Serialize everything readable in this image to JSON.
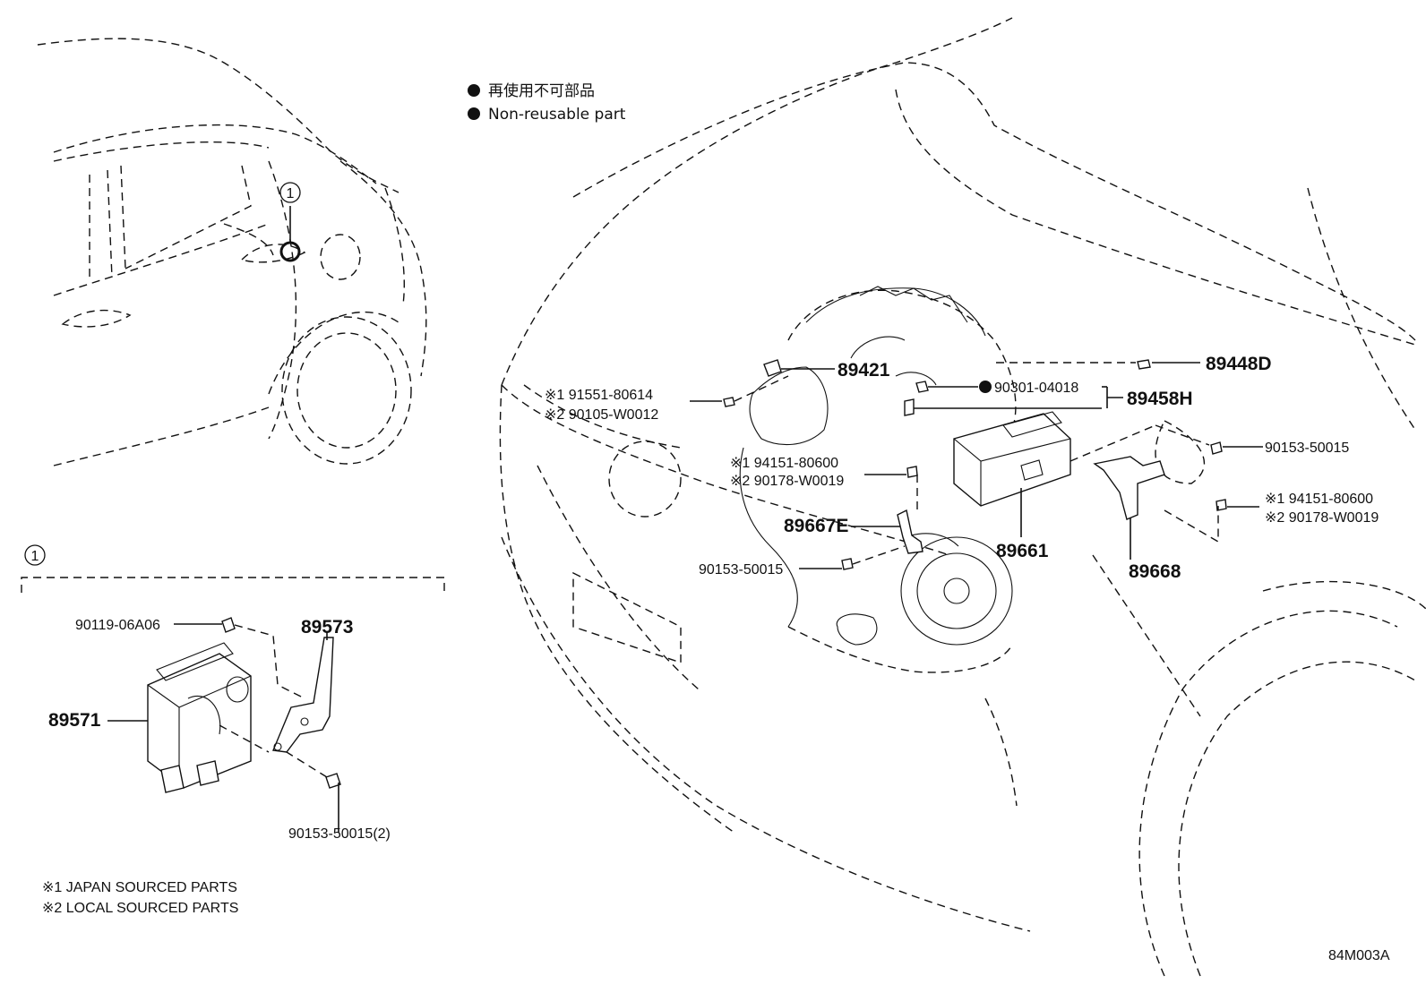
{
  "legend": {
    "ja": "再使用不可部品",
    "en": "Non-reusable part"
  },
  "callout": {
    "number": "1"
  },
  "parts_main": {
    "p89421": "89421",
    "p89448D": "89448D",
    "p89458H": "89458H",
    "p90301": "90301-04018",
    "j1_91551": "※1 91551-80614",
    "j2_90105": "※2 90105-W0012",
    "j1_94151_a": "※1 94151-80600",
    "j2_90178_a": "※2 90178-W0019",
    "p89667E": "89667E",
    "p90153_a": "90153-50015",
    "p89661": "89661",
    "p90153_b": "90153-50015",
    "j1_94151_b": "※1 94151-80600",
    "j2_90178_b": "※2 90178-W0019",
    "p89668": "89668"
  },
  "parts_detail": {
    "p90119": "90119-06A06",
    "p89573": "89573",
    "p89571": "89571",
    "p90153_2": "90153-50015(2)"
  },
  "notes": {
    "n1": "※1 JAPAN SOURCED PARTS",
    "n2": "※2 LOCAL SOURCED PARTS"
  },
  "diagram_code": "84M003A"
}
